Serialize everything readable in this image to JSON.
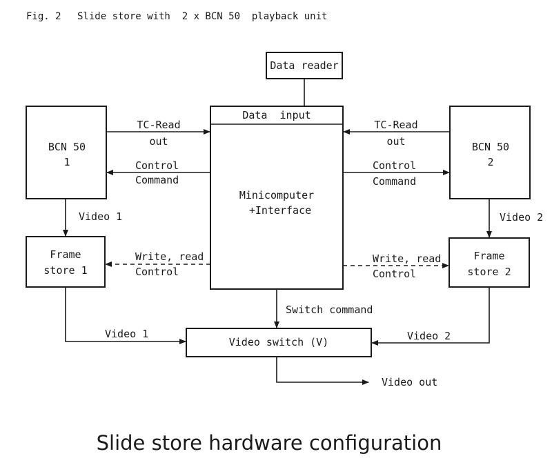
{
  "figure_label": "Fig. 2",
  "figure_title": "Slide store with  2 x BCN 50  playback unit",
  "boxes": {
    "data_reader": "Data reader",
    "data_input": "Data  input",
    "minicomputer_line1": "Minicomputer",
    "minicomputer_line2": "+Interface",
    "bcn1_line1": "BCN 50",
    "bcn1_line2": "1",
    "bcn2_line1": "BCN 50",
    "bcn2_line2": "2",
    "frame1_line1": "Frame",
    "frame1_line2": "store 1",
    "frame2_line1": "Frame",
    "frame2_line2": "store 2",
    "video_switch": "Video switch (V)"
  },
  "signals": {
    "tc_read_left_1": "TC-Read",
    "tc_read_left_2": "out",
    "tc_read_right_1": "TC-Read",
    "tc_read_right_2": "out",
    "control_left_1": "Control",
    "control_left_2": "Command",
    "control_right_1": "Control",
    "control_right_2": "Command",
    "video1_down": "Video 1",
    "video2_down": "Video 2",
    "write_read_left_1": "Write, read",
    "write_read_left_2": "Control",
    "write_read_right_1": "Write, read",
    "write_read_right_2": "Control",
    "switch_command": "Switch command",
    "video1_to_switch": "Video 1",
    "video2_to_switch": "Video 2",
    "video_out": "Video out"
  },
  "caption": "Slide store hardware configuration"
}
